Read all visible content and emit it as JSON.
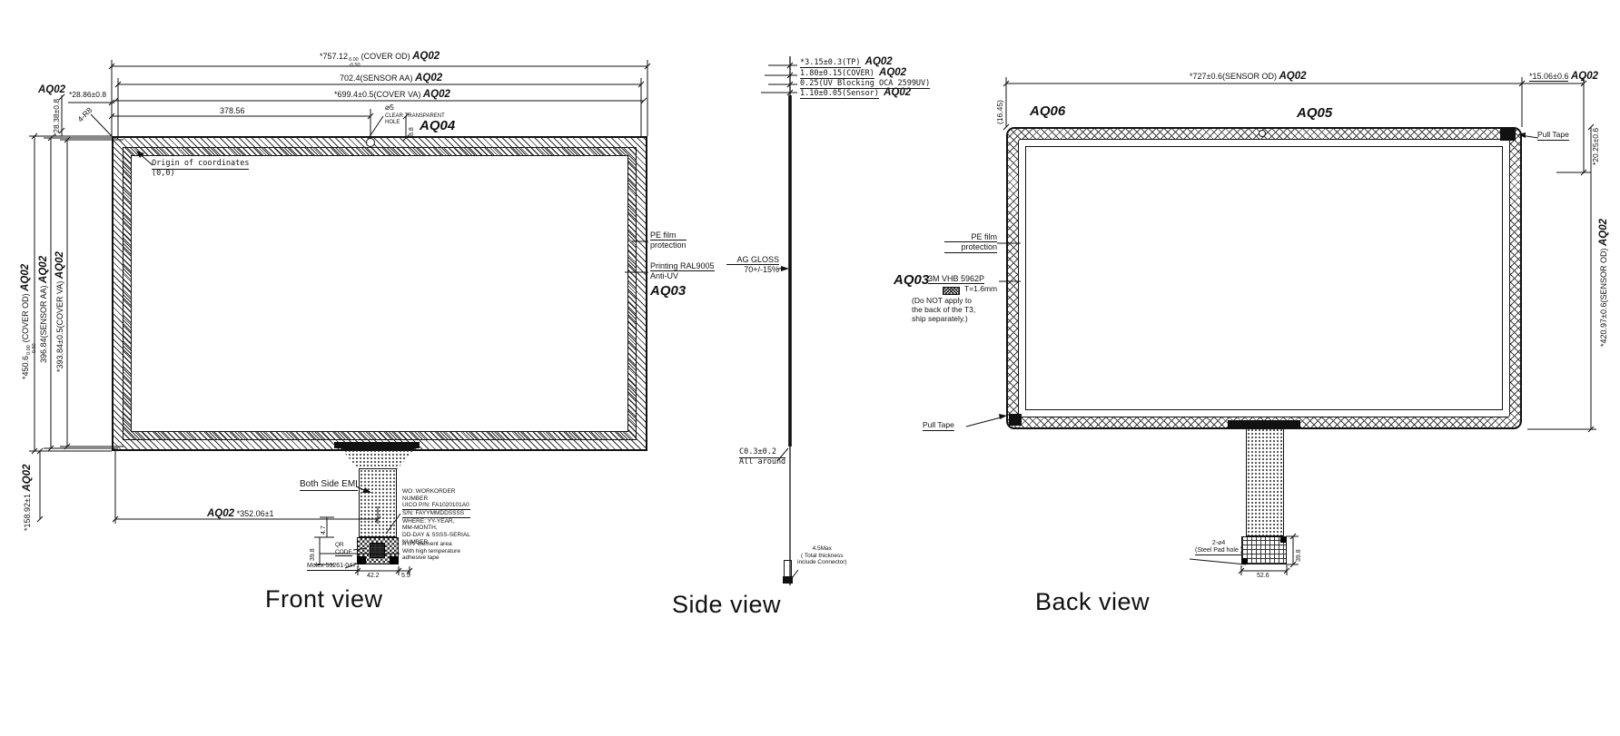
{
  "tags": {
    "aq02": "AQ02",
    "aq03": "AQ03",
    "aq04": "AQ04",
    "aq05": "AQ05",
    "aq06": "AQ06"
  },
  "front": {
    "title": "Front view",
    "dim_cover_od": {
      "value": "*757.12",
      "tol_top": "0.00",
      "tol_bot": "-0.50",
      "suffix": "(COVER OD)"
    },
    "dim_sensor_aa": "702.4(SENSOR AA)",
    "dim_cover_va": "*699.4±0.5(COVER VA)",
    "dim_hole_x": "378.56",
    "hole": {
      "dia": "⌀5",
      "note1": "CLEAR TRANSPARENT",
      "note2": "HOLE",
      "height": "8.8"
    },
    "corner": {
      "dim_h": "*28.86±0.8",
      "dim_v": "*28.38±0.8",
      "radius": "4-R8"
    },
    "origin": {
      "line1": "Origin of coordinates",
      "line2": "(0,0)"
    },
    "dim_v_cover_od": {
      "value": "*450.6",
      "tol_top": "0.00",
      "tol_bot": "-0.50",
      "suffix": "(COVER OD)"
    },
    "dim_v_sensor_aa": "396.84(SENSOR AA)",
    "dim_v_cover_va": "*393.84±0.5(COVER VA)",
    "dim_v_tail": "*158.92±1",
    "dim_tail_x": "*352.06±1",
    "pe_film": {
      "line1": "PE film",
      "line2": "protection"
    },
    "printing": {
      "line1": "Printing RAL9005",
      "line2": "Anti-UV"
    },
    "tail": {
      "emi": "Both Side EMI",
      "workorder": [
        "WO: WORKORDER",
        "NUMBER",
        "UICO P/N: FA1020101A0",
        "S/N: FAYYMMDDSSSS",
        "WHERE: YY-YEAR,",
        "MM-MONTH,",
        "DD-DAY & SSSS-SERIAL",
        "NUMBER"
      ],
      "uv_note": [
        "A UV element area",
        "With high temperature",
        "adhesive tape"
      ],
      "dim_47": "4.7",
      "dim_398": "39.8",
      "dim_422": "42.2",
      "dim_55": "5.5",
      "qr1": "QR",
      "qr2": "CODE",
      "connector": "Molex 53261-0471"
    }
  },
  "side": {
    "title": "Side view",
    "stack": [
      {
        "text": "*3.15±0.3(TP)",
        "tag": "AQ02"
      },
      {
        "text": "1.80±0.15(COVER)",
        "tag": "AQ02"
      },
      {
        "text": "0.25(UV Blocking OCA 2599UV)",
        "tag": ""
      },
      {
        "text": "1.10±0.05(Sensor)",
        "tag": "AQ02"
      }
    ],
    "ag_gloss": {
      "line1": "AG GLOSS",
      "line2": "70+/-15%"
    },
    "chamfer": {
      "line1": "C0.3±0.2",
      "line2": "All around"
    },
    "total": {
      "line1": "4.5Max",
      "line2": "( Total thickness",
      "line3": "include Connector)"
    }
  },
  "back": {
    "title": "Back view",
    "dim_sensor_od": "*727±0.6(SENSOR OD)",
    "dim_tail_offset": "*15.06±0.6",
    "dim_tape_h": "*20.25±0.6",
    "dim_margin": "(16.45)",
    "pull_tape_top": "Pull Tape",
    "pull_tape_bottom": "Pull Tape",
    "pe_film": {
      "line1": "PE film",
      "line2": "protection"
    },
    "adhesive": {
      "name": "3M VHB 5962P",
      "thickness": "T=1.6mm",
      "note1": "(Do NOT apply to",
      "note2": "the back of the T3,",
      "note3": "ship separately.)"
    },
    "dim_v_sensor_od": "*420.97±0.6(SENSOR OD)",
    "tail": {
      "hole1": "2-⌀4",
      "hole2": "(Steel Pad hole )",
      "dim_w": "52.6",
      "dim_h": "39.8"
    }
  }
}
